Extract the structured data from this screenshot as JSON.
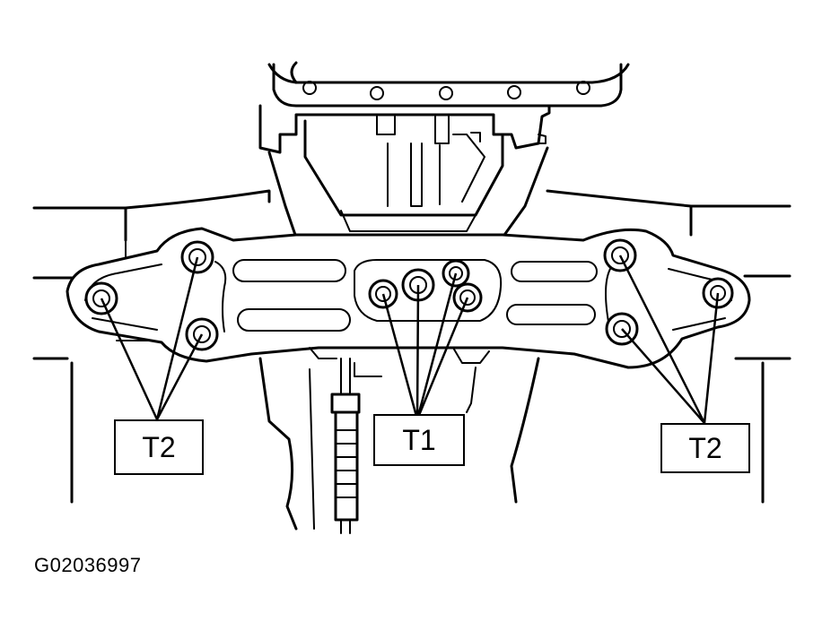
{
  "callouts": {
    "left": "T2",
    "center": "T1",
    "right": "T2"
  },
  "figure_id": "G02036997"
}
